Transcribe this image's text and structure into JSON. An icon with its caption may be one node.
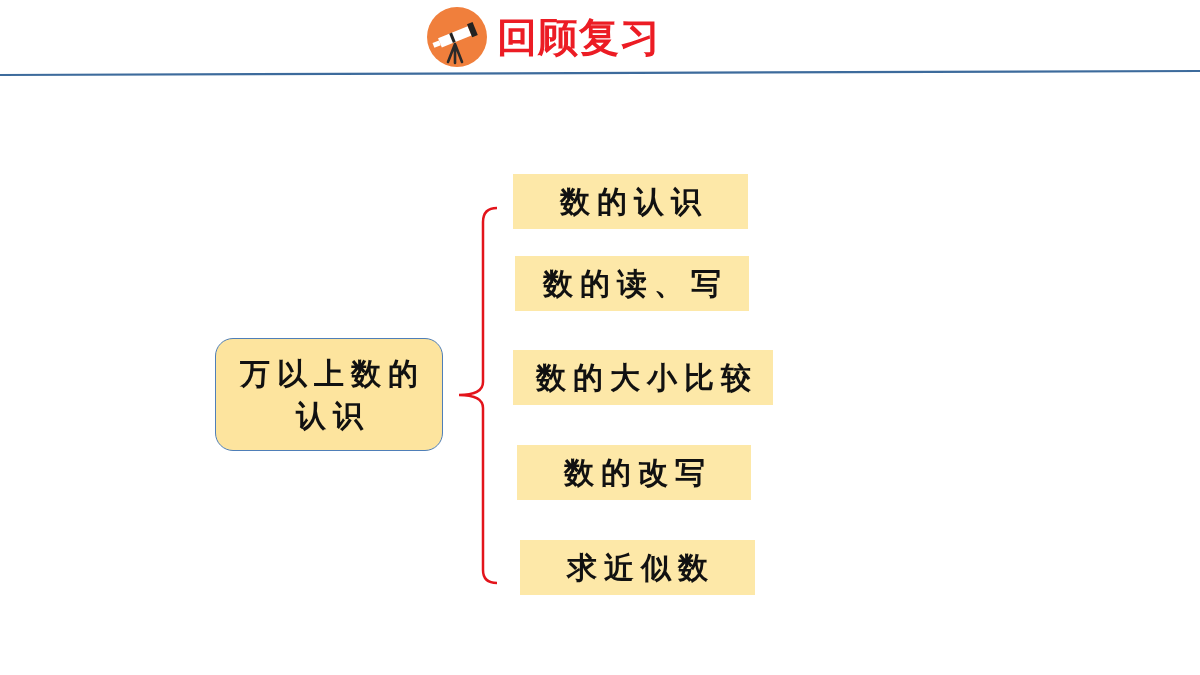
{
  "diagram": {
    "title": "回顾复习",
    "nodes": [
      {
        "text": [
          "万以上数的认识"
        ]
      },
      {
        "text": [
          "数的认识"
        ]
      },
      {
        "text": [
          "数的读、写"
        ]
      },
      {
        "text": [
          "数的大小比较"
        ]
      },
      {
        "text": [
          "数的改写"
        ]
      },
      {
        "text": [
          "求近似数"
        ]
      }
    ]
  }
}
